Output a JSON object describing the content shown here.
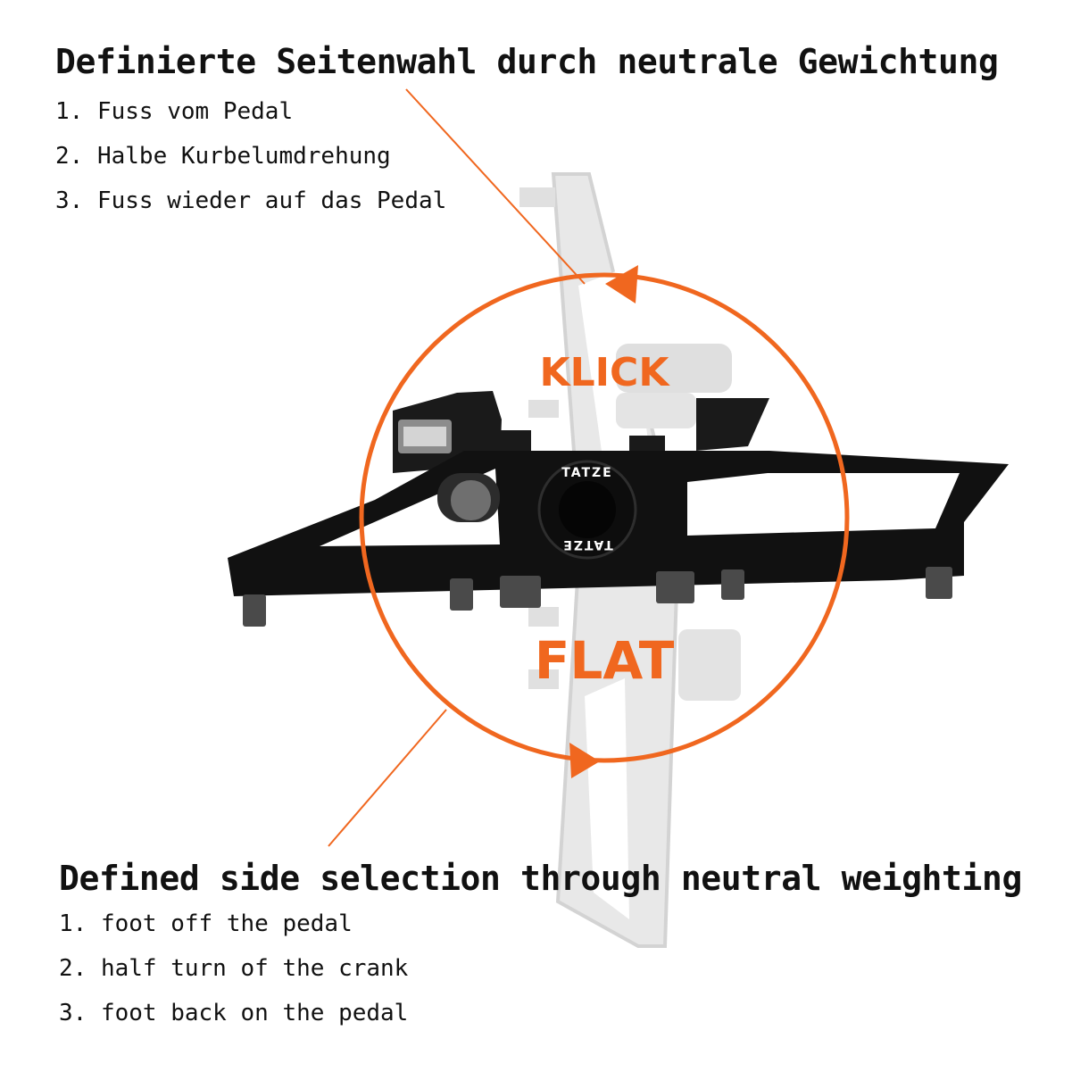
{
  "german": {
    "title": "Definierte Seitenwahl durch neutrale Gewichtung",
    "steps": [
      "1. Fuss vom Pedal",
      "2. Halbe Kurbelumdrehung",
      "3. Fuss wieder auf das Pedal"
    ]
  },
  "english": {
    "title": "Defined side selection through neutral weighting",
    "steps": [
      "1. foot off the pedal",
      "2. half turn of the crank",
      "3. foot back on the pedal"
    ]
  },
  "diagram": {
    "top_label": "KLICK",
    "bottom_label": "FLAT",
    "logo_text": "TATZE",
    "accent_color": "#f0671f"
  }
}
